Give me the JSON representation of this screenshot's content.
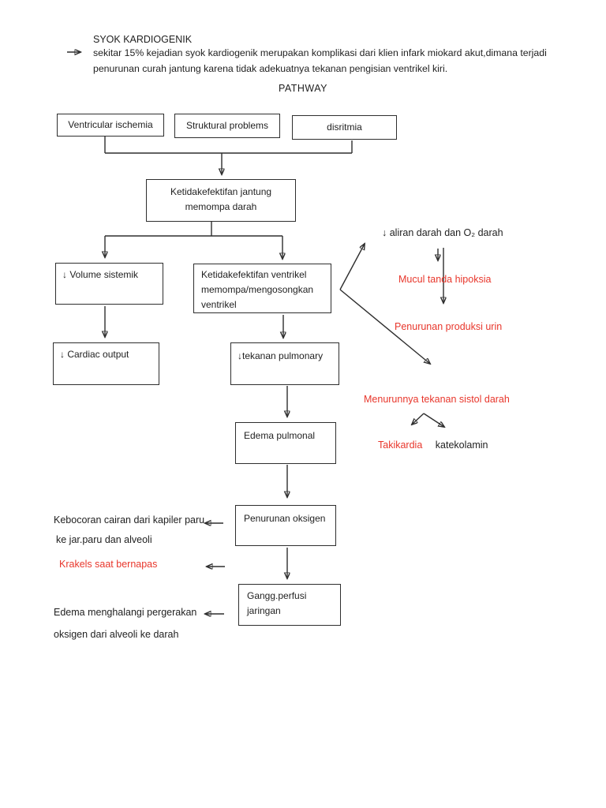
{
  "header": {
    "title": "SYOK KARDIOGENIK",
    "intro": "sekitar 15% kejadian syok kardiogenik merupakan komplikasi dari klien infark miokard akut,dimana terjadi penurunan curah jantung karena tidak adekuatnya tekanan pengisian ventrikel kiri.",
    "pathway_heading": "PATHWAY"
  },
  "flowchart": {
    "nodes": {
      "ventricular_ischemia": "Ventricular ischemia",
      "struktural_problems": "Struktural problems",
      "disritmia": "disritmia",
      "ketidakefektifan_jantung": "Ketidakefektifan jantung\nmemompa darah",
      "volume_sistemik": "↓ Volume sistemik",
      "ketidakefektifan_ventrikel": "Ketidakefektifan ventrikel\nmemompa/mengosongkan\nventrikel",
      "cardiac_output": "↓ Cardiac output",
      "tekanan_pulmonary": "↓tekanan pulmonary",
      "edema_pulmonal": "Edema pulmonal",
      "penurunan_oksigen": "Penurunan oksigen",
      "gangg_perfusi": "Gangg.perfusi\njaringan"
    },
    "labels": {
      "aliran_darah": "↓  aliran darah dan O₂ darah",
      "mucul_hipoksia": "Mucul tanda hipoksia",
      "penurunan_urin": "Penurunan produksi urin",
      "tekanan_sistol": "Menurunnya tekanan sistol darah",
      "takikardia": "Takikardia",
      "katekolamin": "katekolamin",
      "kebocoran_line1": "Kebocoran cairan dari kapiler paru",
      "kebocoran_line2": "ke jar.paru dan alveoli",
      "krakels": "Krakels saat bernapas",
      "edema_menghalangi_line1": "Edema menghalangi pergerakan",
      "edema_menghalangi_line2": "oksigen dari alveoli ke darah"
    }
  },
  "colors": {
    "text": "#1f1f1f",
    "highlight_red": "#e8362b",
    "line": "#2e2e2e",
    "background": "#ffffff"
  }
}
